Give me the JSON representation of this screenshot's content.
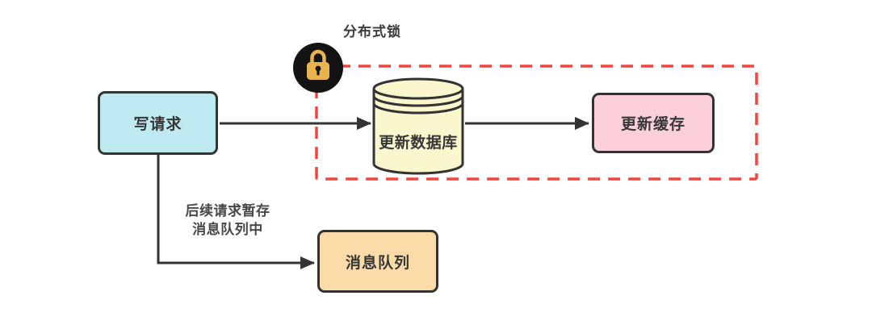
{
  "diagram": {
    "title": "分布式锁",
    "nodes": {
      "write_request": {
        "label": "写请求",
        "fill": "#BFE9F1",
        "shape": "rounded-rect"
      },
      "update_database": {
        "label": "更新数据库",
        "fill": "#FAF6CD",
        "shape": "cylinder"
      },
      "update_cache": {
        "label": "更新缓存",
        "fill": "#FBD0DB",
        "shape": "rounded-rect"
      },
      "message_queue": {
        "label": "消息队列",
        "fill": "#FBDCA9",
        "shape": "rounded-rect"
      }
    },
    "edges": [
      {
        "from": "write_request",
        "to": "update_database"
      },
      {
        "from": "update_database",
        "to": "update_cache"
      },
      {
        "from": "write_request",
        "to": "message_queue"
      }
    ],
    "note": {
      "line1": "后续请求暂存",
      "line2": "消息队列中"
    },
    "dashed_region_contains": [
      "update_database",
      "update_cache"
    ]
  },
  "icons": {
    "lock": {
      "circle_fill": "#131313",
      "lock_fill": "#E8B44E"
    }
  },
  "styles": {
    "background": "#FFFFFF",
    "border_color": "#333333",
    "arrow_color": "#333333",
    "dashed_region_color": "#F2453B",
    "text_color": "#373737"
  }
}
